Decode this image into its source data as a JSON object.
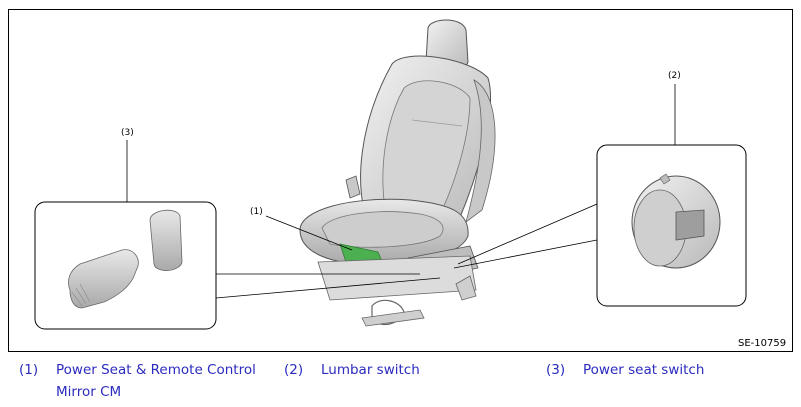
{
  "figure": {
    "callouts": {
      "c1": "(1)",
      "c2": "(2)",
      "c3": "(3)"
    },
    "figure_code": "SE-10759"
  },
  "legend": [
    {
      "num": "(1)",
      "text_line1": "Power Seat & Remote Control",
      "text_line2": "Mirror CM"
    },
    {
      "num": "(2)",
      "text": "Lumbar switch"
    },
    {
      "num": "(3)",
      "text": "Power seat switch"
    }
  ],
  "colors": {
    "legend_text": "#2b2bbf",
    "highlight_green": "#4caf50",
    "seat_gray": "#d8d8d8"
  }
}
